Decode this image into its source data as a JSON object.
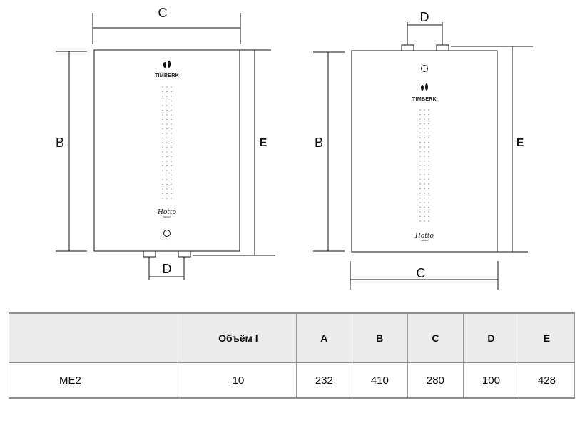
{
  "diagram": {
    "labels": {
      "c": "C",
      "b": "B",
      "e": "E",
      "d": "D"
    },
    "brand": "TIMBERK",
    "script_name": "Hotto",
    "script_sub": "SERIES"
  },
  "table": {
    "headers": [
      "",
      "Объём  l",
      "A",
      "B",
      "C",
      "D",
      "E"
    ],
    "rows": [
      [
        "ME2",
        "10",
        "232",
        "410",
        "280",
        "100",
        "428"
      ]
    ]
  }
}
